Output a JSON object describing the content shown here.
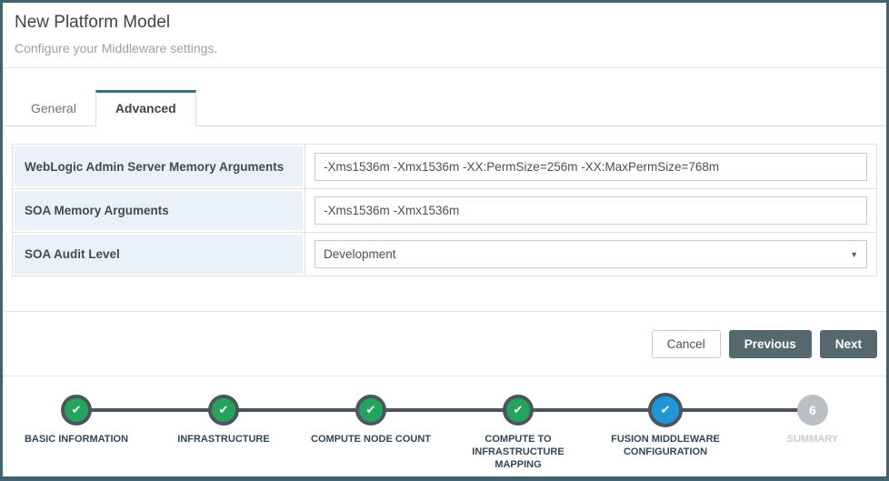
{
  "window": {
    "title": "New Platform Model",
    "subtitle": "Configure your Middleware settings."
  },
  "tabs": [
    {
      "label": "General",
      "active": false
    },
    {
      "label": "Advanced",
      "active": true
    }
  ],
  "form": {
    "fields": [
      {
        "label": "WebLogic Admin Server Memory Arguments",
        "type": "text",
        "value": "-Xms1536m -Xmx1536m -XX:PermSize=256m -XX:MaxPermSize=768m"
      },
      {
        "label": "SOA Memory Arguments",
        "type": "text",
        "value": "-Xms1536m -Xmx1536m"
      },
      {
        "label": "SOA Audit Level",
        "type": "select",
        "value": "Development"
      }
    ]
  },
  "buttons": {
    "cancel": "Cancel",
    "previous": "Previous",
    "next": "Next"
  },
  "stepper": {
    "steps": [
      {
        "label": "BASIC INFORMATION",
        "state": "complete",
        "icon": "check-icon"
      },
      {
        "label": "INFRASTRUCTURE",
        "state": "complete",
        "icon": "check-icon"
      },
      {
        "label": "COMPUTE NODE COUNT",
        "state": "complete",
        "icon": "check-icon"
      },
      {
        "label": "COMPUTE TO INFRASTRUCTURE MAPPING",
        "state": "complete",
        "icon": "check-icon"
      },
      {
        "label": "FUSION MIDDLEWARE CONFIGURATION",
        "state": "current",
        "icon": "check-icon"
      },
      {
        "label": "SUMMARY",
        "state": "upcoming",
        "number": "6"
      }
    ],
    "check_glyph": "✔"
  },
  "colors": {
    "window_border": "#41636f",
    "active_tab_accent": "#3c6f7e",
    "label_cell_bg": "#eaf1f8",
    "dark_button_bg": "#556870",
    "step_complete": "#23a35c",
    "step_current": "#1e97d4",
    "step_upcoming": "#babfc4",
    "step_ring": "#4b555f"
  }
}
